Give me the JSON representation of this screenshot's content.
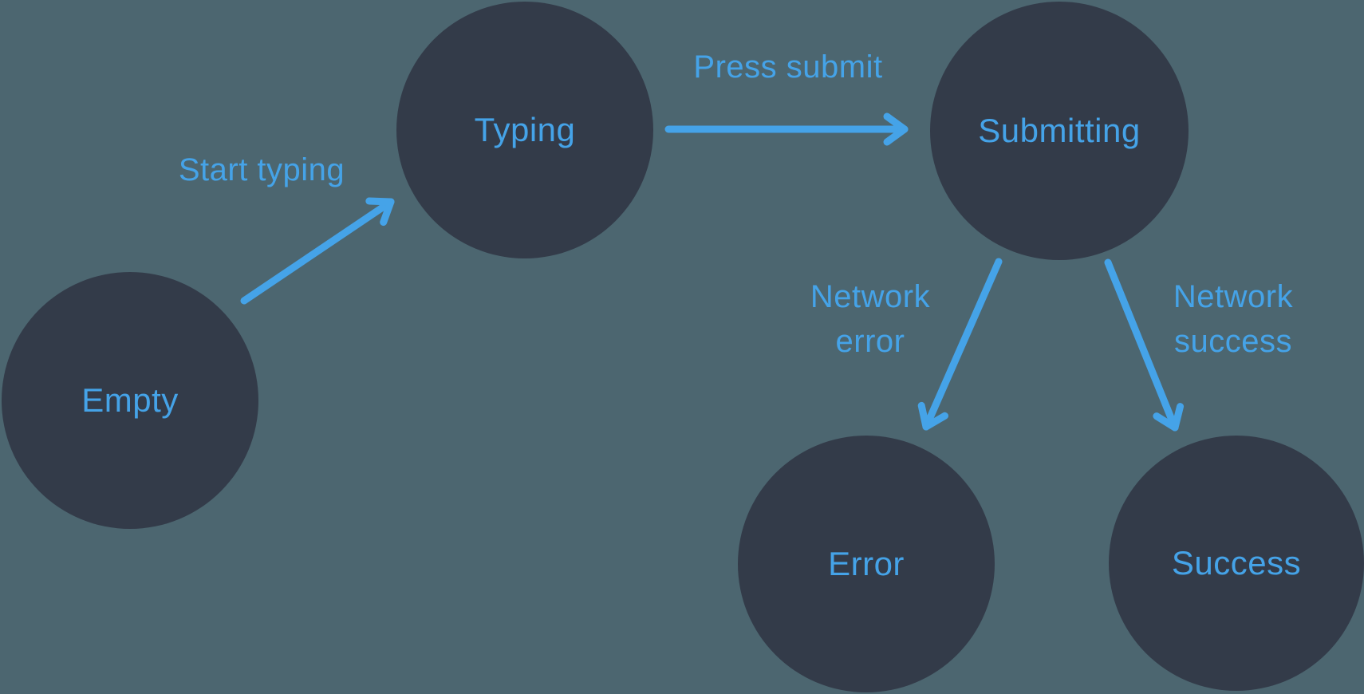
{
  "colors": {
    "background": "#4C6670",
    "node_fill": "#333B49",
    "accent": "#45A3E8"
  },
  "diagram_type": "state-machine",
  "states": [
    {
      "id": "empty",
      "label": "Empty"
    },
    {
      "id": "typing",
      "label": "Typing"
    },
    {
      "id": "submitting",
      "label": "Submitting"
    },
    {
      "id": "error",
      "label": "Error"
    },
    {
      "id": "success",
      "label": "Success"
    }
  ],
  "transitions": [
    {
      "from": "empty",
      "to": "typing",
      "label": "Start typing"
    },
    {
      "from": "typing",
      "to": "submitting",
      "label": "Press submit"
    },
    {
      "from": "submitting",
      "to": "error",
      "label": "Network error"
    },
    {
      "from": "submitting",
      "to": "success",
      "label": "Network success"
    }
  ]
}
